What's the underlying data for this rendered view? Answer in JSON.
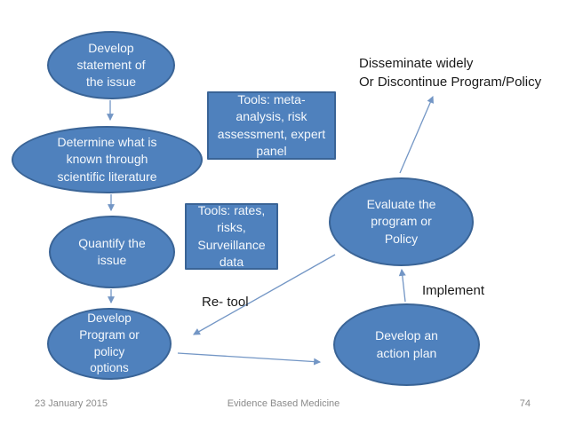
{
  "colors": {
    "shape_fill": "#4f81bd",
    "shape_border": "#3a6496",
    "shape_text": "#f4f8fc",
    "arrow": "#7396c5",
    "label_text": "#1a1a1a",
    "footer_text": "#8a8a8a"
  },
  "nodes": {
    "develop_statement": "Develop\nstatement of\nthe issue",
    "determine_known": "Determine what is\nknown through\nscientific literature",
    "quantify_issue": "Quantify the\nissue",
    "develop_program": "Develop\nProgram or\npolicy\noptions",
    "tools_meta": "Tools: meta-\nanalysis, risk\nassessment, expert\npanel",
    "tools_rates": "Tools: rates,\nrisks,\nSurveillance\ndata",
    "evaluate": "Evaluate the\nprogram or\nPolicy",
    "action_plan": "Develop an\naction plan"
  },
  "labels": {
    "disseminate": "Disseminate widely\nOr Discontinue Program/Policy",
    "implement": "Implement",
    "retool": "Re- tool"
  },
  "footer": {
    "date": "23 January 2015",
    "title": "Evidence Based Medicine",
    "page": "74"
  }
}
